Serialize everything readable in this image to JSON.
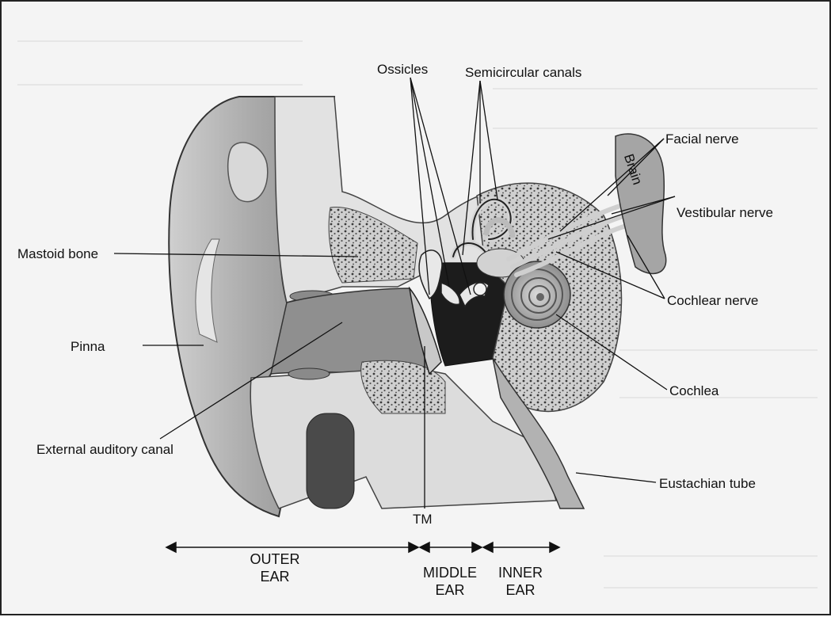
{
  "labels": {
    "ossicles": "Ossicles",
    "semicircular_canals": "Semicircular canals",
    "facial_nerve": "Facial nerve",
    "brain": "Brain",
    "vestibular_nerve": "Vestibular nerve",
    "mastoid_bone": "Mastoid bone",
    "cochlear_nerve": "Cochlear nerve",
    "pinna": "Pinna",
    "cochlea": "Cochlea",
    "external_auditory_canal": "External auditory canal",
    "eustachian_tube": "Eustachian tube",
    "tm": "TM"
  },
  "sections": {
    "outer": [
      "OUTER",
      "EAR"
    ],
    "middle": [
      "MIDDLE",
      "EAR"
    ],
    "inner": [
      "INNER",
      "EAR"
    ]
  },
  "colors": {
    "bone": "#9a9a9a",
    "tissue": "#b9b9b9",
    "dark": "#1c1c1c",
    "paper": "#f4f4f4"
  }
}
